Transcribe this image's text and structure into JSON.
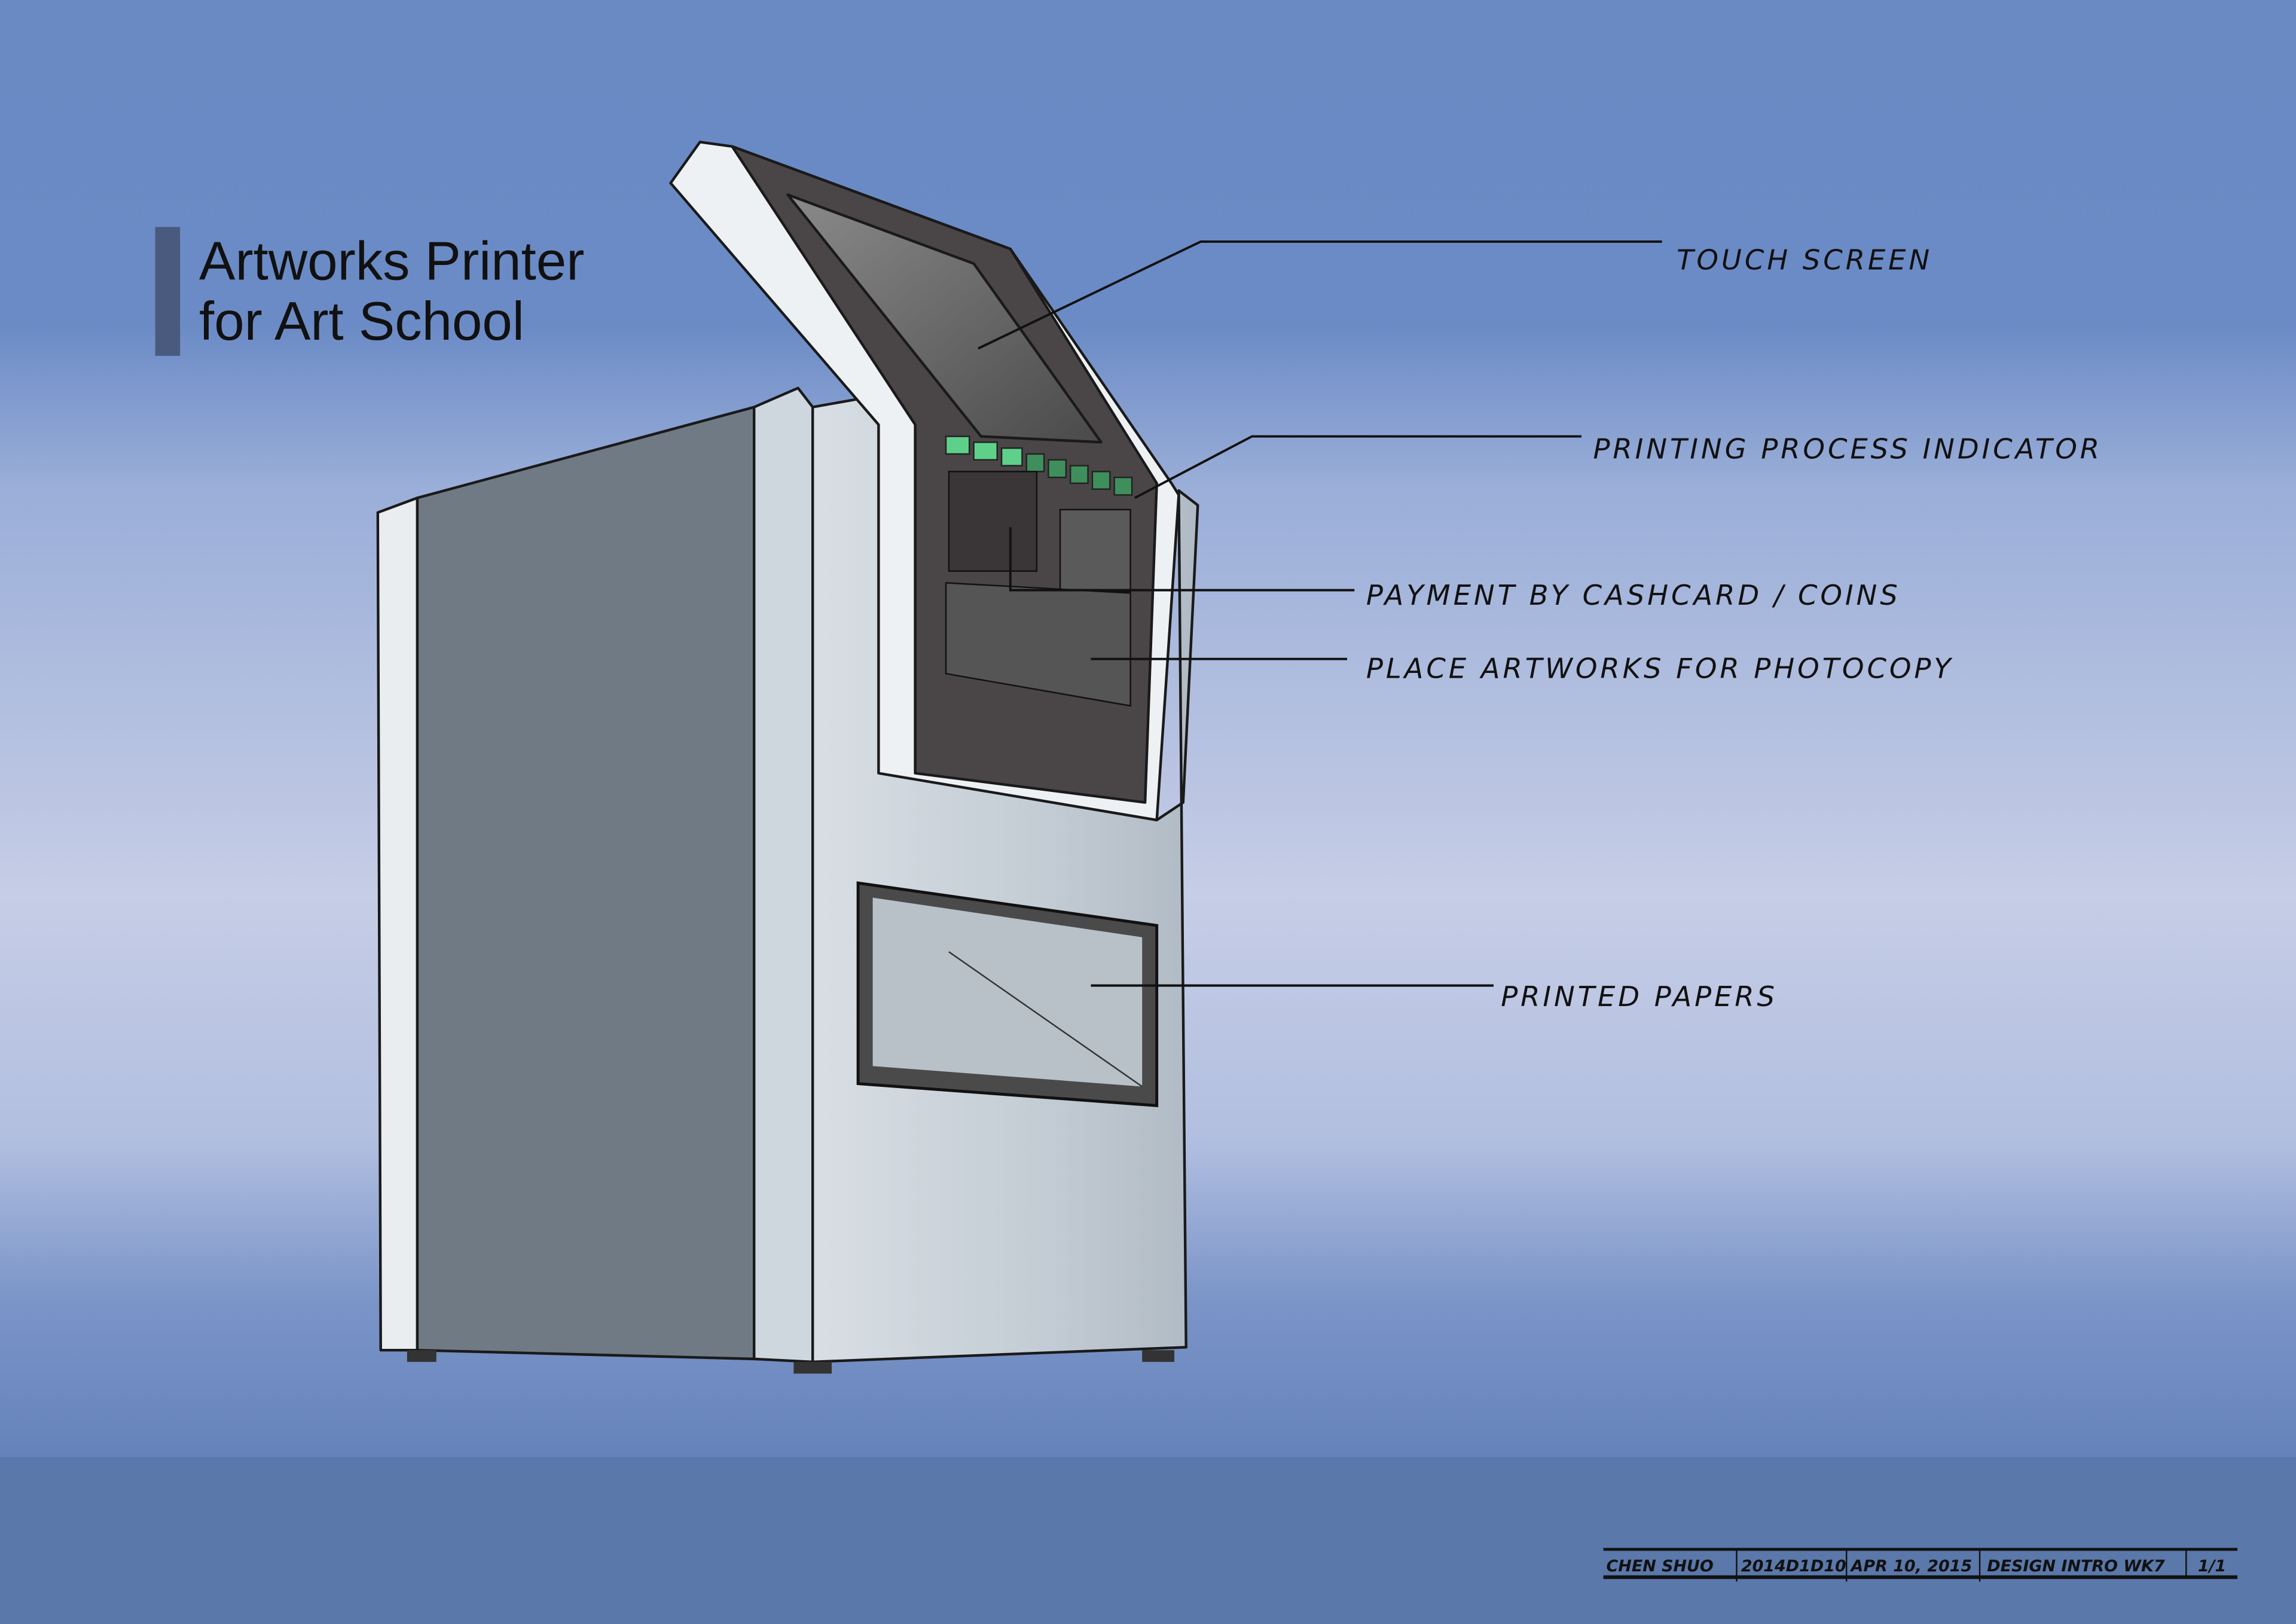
{
  "title": {
    "line1": "Artworks Printer",
    "line2": "for Art School"
  },
  "callouts": [
    {
      "id": "touch-screen",
      "label": "TOUCH SCREEN"
    },
    {
      "id": "indicator",
      "label": "PRINTING PROCESS INDICATOR"
    },
    {
      "id": "payment",
      "label": "PAYMENT BY CASHCARD / COINS"
    },
    {
      "id": "scanner",
      "label": "PLACE ARTWORKS FOR PHOTOCOPY"
    },
    {
      "id": "output",
      "label": "PRINTED PAPERS"
    }
  ],
  "title_block": {
    "author": "CHEN SHUO",
    "id": "2014D1D10",
    "date": "APR 10, 2015",
    "course": "DESIGN INTRO WK7",
    "sheet": "1/1"
  },
  "colors": {
    "indicator_on": "#5fd08a",
    "indicator_off": "#3f8f5c",
    "panel": "#4a4546",
    "body": "#c8d0d8",
    "side": "#6f7a85"
  }
}
